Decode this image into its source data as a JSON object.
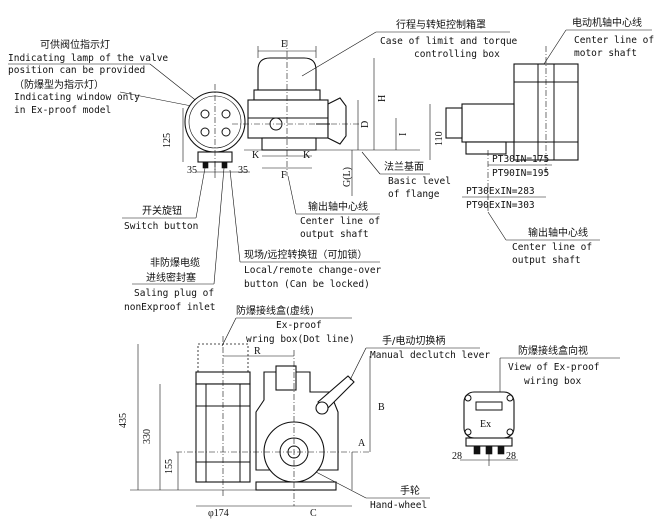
{
  "callouts": {
    "lamp": {
      "cn": "可供阀位指示灯",
      "en1": "Indicating lamp of the valve",
      "en2": "position can be provided",
      "cn_note": "（防爆型为指示灯）",
      "en3": "Indicating window only",
      "en4": "in Ex-proof model"
    },
    "control_box": {
      "cn": "行程与转矩控制箱罩",
      "en1": "Case of limit and torque",
      "en2": "controlling box"
    },
    "motor_shaft": {
      "cn": "电动机轴中心线",
      "en1": "Center line of",
      "en2": "motor shaft"
    },
    "flange": {
      "cn": "法兰基面",
      "en1": "Basic level",
      "en2": "of flange"
    },
    "output_shaft_front": {
      "cn": "输出轴中心线",
      "en1": "Center line of",
      "en2": "output shaft"
    },
    "output_shaft_side": {
      "cn": "输出轴中心线",
      "en1": "Center line of",
      "en2": "output shaft"
    },
    "switch_button": {
      "cn": "开关旋钮",
      "en": "Switch button"
    },
    "cable_plug": {
      "cn1": "非防爆电缆",
      "cn2": "进线密封塞",
      "en1": "Saling plug of",
      "en2": "nonExproof inlet"
    },
    "change_over": {
      "cn": "现场/远控转换钮（可加锁）",
      "en1": "Local/remote change-over",
      "en2": "button (Can be locked)"
    },
    "wiring_box": {
      "cn": "防爆接线盒(虚线)",
      "en1": "Ex-proof",
      "en2": "wring box(Dot line)"
    },
    "declutch": {
      "cn": "手/电动切换柄",
      "en": "Manual declutch lever"
    },
    "view_wiring": {
      "cn": "防爆接线盒向视",
      "en1": "View of Ex-proof",
      "en2": "wiring box"
    },
    "handwheel": {
      "cn": "手轮",
      "en": "Hand-wheel"
    }
  },
  "dimensions": {
    "E": "E",
    "H": "H",
    "D": "D",
    "I": "I",
    "K_left": "K",
    "K_right": "K",
    "F": "F",
    "GL": "G(L)",
    "d125": "125",
    "d35a": "35",
    "d35b": "35",
    "d110": "110",
    "pt30in": "PT30IN=175",
    "pt90in": "PT90IN=195",
    "pt30ex": "PT30ExIN=283",
    "pt90ex": "PT90ExIN=303",
    "d435": "435",
    "d330": "330",
    "d155": "155",
    "phi174": "φ174",
    "R": "R",
    "B": "B",
    "A": "A",
    "C": "C",
    "d28a": "28",
    "d28b": "28",
    "ex_mark": "Ex"
  },
  "icon_names": [
    "indicator-lamp-icon",
    "handwheel-icon",
    "cable-gland-icon"
  ]
}
